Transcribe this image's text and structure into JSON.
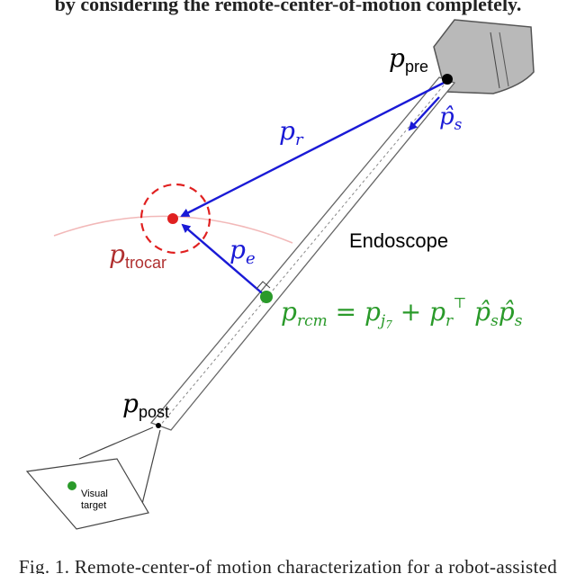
{
  "header_fragment": "by considering the remote-center-of-motion completely.",
  "labels": {
    "p_pre_main": "p",
    "p_pre_sub": "pre",
    "p_r_main": "p",
    "p_r_sub": "r",
    "s_hat_main": "p̂",
    "s_hat_sub": "s",
    "endoscope": "Endoscope",
    "p_trocar_main": "p",
    "p_trocar_sub": "trocar",
    "p_e_main": "p",
    "p_e_sub": "e",
    "rcm_formula": "p_rcm = p_j7 + p_r^T p̂_s p̂_s",
    "p_post_main": "p",
    "p_post_sub": "post",
    "visual_line1": "Visual",
    "visual_line2": "target"
  },
  "caption": "Fig. 1. Remote-center-of motion characterization for a robot-assisted",
  "colors": {
    "blue": "#1a1ad6",
    "green": "#2a9a2a",
    "red": "#e02020",
    "trocar_label": "#b03030",
    "black": "#000000"
  }
}
